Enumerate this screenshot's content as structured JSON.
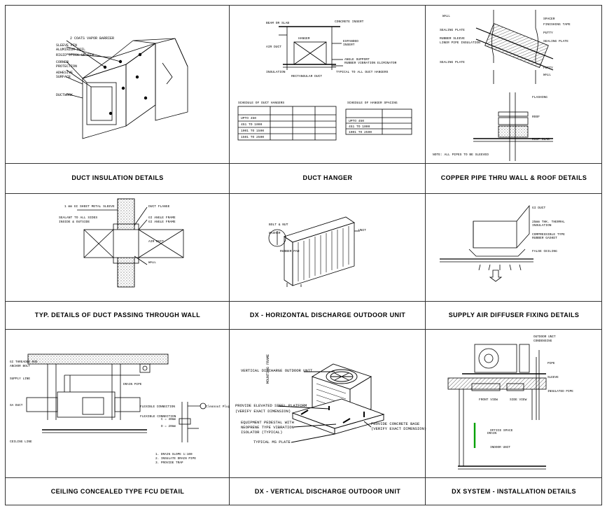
{
  "panels": [
    {
      "title": "DUCT INSULATION DETAILS"
    },
    {
      "title": "DUCT HANGER"
    },
    {
      "title": "COPPER PIPE THRU WALL & ROOF DETAILS"
    },
    {
      "title": "TYP. DETAILS OF DUCT PASSING THROUGH WALL"
    },
    {
      "title": "DX - HORIZONTAL DISCHARGE OUTDOOR UNIT"
    },
    {
      "title": "SUPPLY AIR DIFFUSER FIXING DETAILS"
    },
    {
      "title": "CEILING CONCEALED TYPE FCU DETAIL"
    },
    {
      "title": "DX - VERTICAL DISCHARGE OUTDOOR UNIT"
    },
    {
      "title": "DX SYSTEM - INSTALLATION DETAILS"
    }
  ],
  "vertical_outdoor_unit": {
    "labels": {
      "unit": "VERTICAL DISCHARGE OUTDOOR UNIT",
      "platform_1": "PROVIDE ELEVATED STEEL PLATFORM",
      "platform_2": "(VERIFY EXACT DIMENSION)",
      "pedestal_1": "EQUIPMENT PEDESTAL WITH",
      "pedestal_2": "NEOPRENE TYPE VIBRATION",
      "pedestal_3": "ISOLATOR (TYPICAL)",
      "plate": "TYPICAL MS PLATE",
      "base_1": "PROVIDE CONCRETE BASE",
      "base_2": "(VERIFY EXACT DIMENSION)"
    }
  },
  "fcu_detail": {
    "labels": {
      "flexible": "FLEXIBLE CONNECTION"
    }
  },
  "dx_system": {
    "labels": {
      "front": "FRONT VIEW",
      "side": "SIDE VIEW",
      "office": "OFFICE SPACE"
    }
  },
  "colors": {
    "line": "#000000",
    "accent_green": "#00a000",
    "border": "#333333"
  }
}
